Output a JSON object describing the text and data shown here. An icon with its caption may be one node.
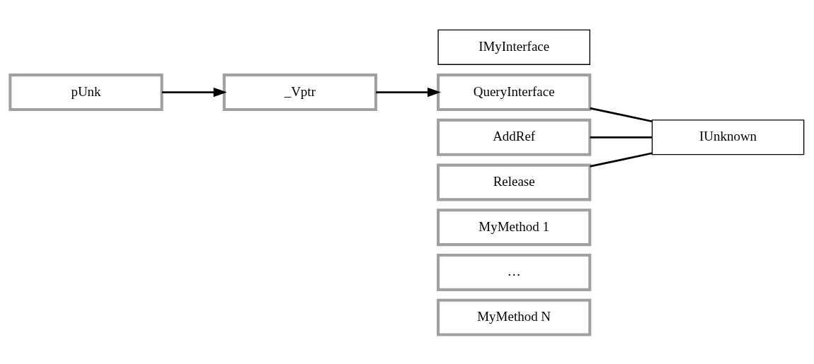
{
  "diagram": {
    "nodes": [
      {
        "text": [
          "pUnk"
        ]
      },
      {
        "text": [
          "_Vptr"
        ]
      },
      {
        "text": [
          "IMyInterface"
        ]
      },
      {
        "text": [
          "QueryInterface"
        ]
      },
      {
        "text": [
          "AddRef"
        ]
      },
      {
        "text": [
          "Release"
        ]
      },
      {
        "text": [
          "MyMethod 1"
        ]
      },
      {
        "text": [
          "…"
        ]
      },
      {
        "text": [
          "MyMethod N"
        ]
      },
      {
        "text": [
          "IUnknown"
        ]
      }
    ],
    "edges": [
      {
        "from": 0,
        "to": 1,
        "arrow": "to"
      },
      {
        "from": 1,
        "to": 3,
        "arrow": "to"
      },
      {
        "from": 3,
        "to": 9,
        "arrow": "none"
      },
      {
        "from": 4,
        "to": 9,
        "arrow": "none"
      },
      {
        "from": 5,
        "to": 9,
        "arrow": "none"
      }
    ]
  }
}
